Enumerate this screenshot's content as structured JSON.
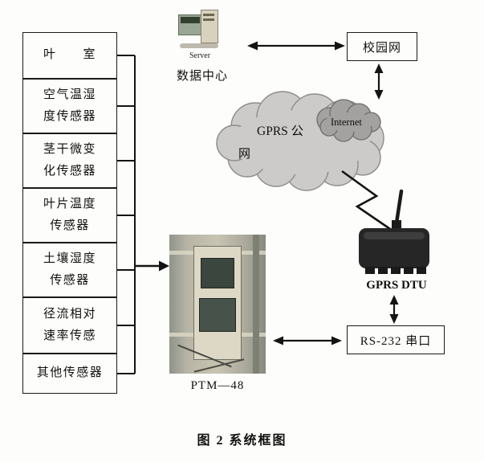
{
  "figure": {
    "caption": "图 2  系统框图"
  },
  "sensor_column": {
    "boxes": [
      {
        "lines": [
          "叶　　室"
        ]
      },
      {
        "lines": [
          "空气温湿",
          "度传感器"
        ]
      },
      {
        "lines": [
          "茎干微变",
          "化传感器"
        ]
      },
      {
        "lines": [
          "叶片温度",
          "传感器"
        ]
      },
      {
        "lines": [
          "土壤湿度",
          "传感器"
        ]
      },
      {
        "lines": [
          "径流相对",
          "速率传感"
        ]
      },
      {
        "lines": [
          "其他传感器"
        ]
      }
    ]
  },
  "server": {
    "icon_caption": "Server",
    "label": "数据中心"
  },
  "campus_network": {
    "label": "校园网"
  },
  "cloud": {
    "gprs_line1": "GPRS 公",
    "gprs_line2": "网",
    "internet": "Internet"
  },
  "gprs_dtu": {
    "label": "GPRS DTU"
  },
  "rs232": {
    "label": "RS-232 串口"
  },
  "ptm48": {
    "label": "PTM—48"
  },
  "colors": {
    "line": "#141414",
    "cloud_fill": "#cccbc9",
    "cloud_stroke": "#8e8d8a",
    "internet_cloud_fill": "#a3a2a0",
    "internet_cloud_stroke": "#6f6e6c",
    "dtu_body": "#262626"
  }
}
